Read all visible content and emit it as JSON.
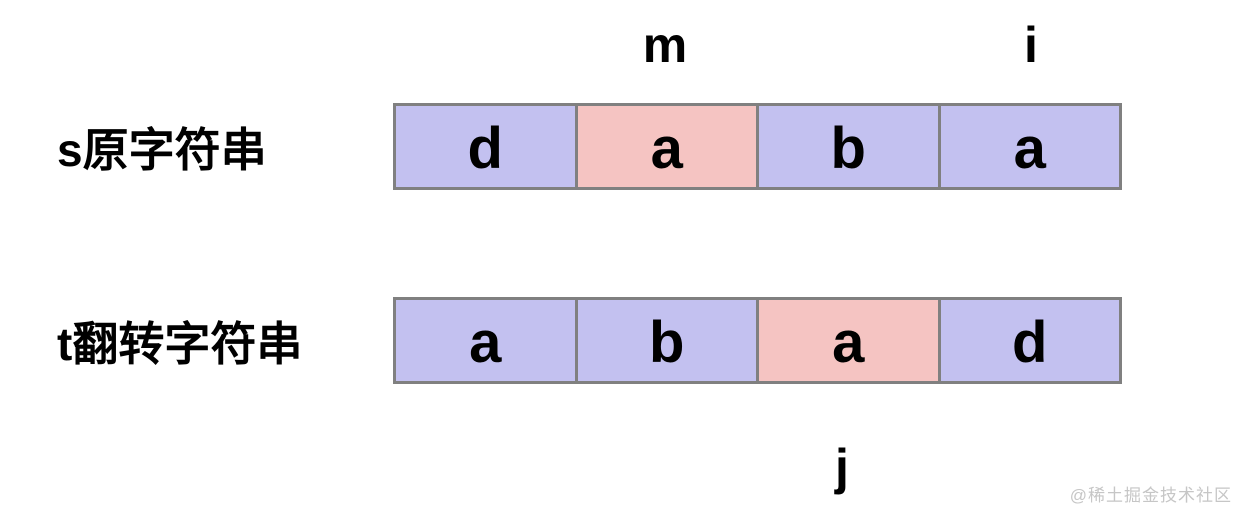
{
  "diagram": {
    "pointers": {
      "m": "m",
      "i": "i",
      "j": "j"
    },
    "rows": [
      {
        "label": "s原字符串",
        "cells": [
          {
            "char": "d",
            "highlight": false
          },
          {
            "char": "a",
            "highlight": true
          },
          {
            "char": "b",
            "highlight": false
          },
          {
            "char": "a",
            "highlight": false
          }
        ]
      },
      {
        "label": "t翻转字符串",
        "cells": [
          {
            "char": "a",
            "highlight": false
          },
          {
            "char": "b",
            "highlight": false
          },
          {
            "char": "a",
            "highlight": true
          },
          {
            "char": "d",
            "highlight": false
          }
        ]
      }
    ]
  },
  "colors": {
    "cell_fill": "#c3c1f0",
    "highlight_fill": "#f5c4c2",
    "border": "#808080",
    "text": "#000000",
    "watermark": "#c6c6c6"
  },
  "watermark": "@稀土掘金技术社区"
}
